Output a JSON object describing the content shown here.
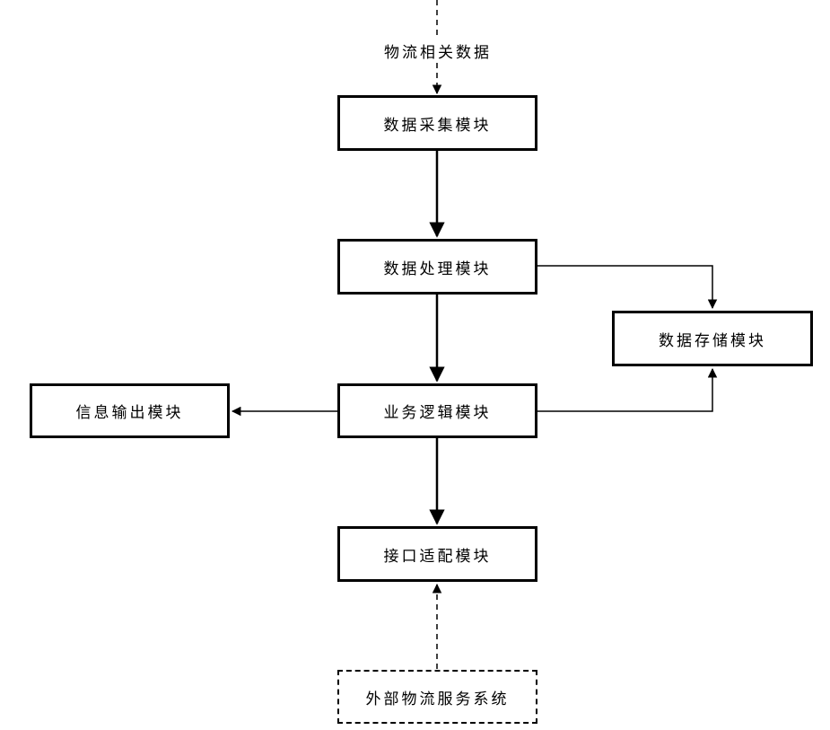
{
  "input_label": "物流相关数据",
  "modules": {
    "data_collection": "数据采集模块",
    "data_processing": "数据处理模块",
    "data_storage": "数据存储模块",
    "business_logic": "业务逻辑模块",
    "info_output": "信息输出模块",
    "interface_adapter": "接口适配模块"
  },
  "external_system": "外部物流服务系统"
}
